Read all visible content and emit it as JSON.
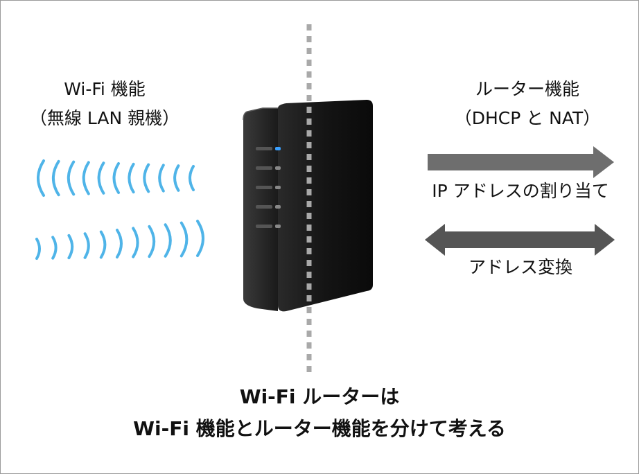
{
  "left": {
    "title": "Wi-Fi 機能",
    "subtitle": "（無線 LAN 親機）"
  },
  "right": {
    "title": "ルーター機能",
    "subtitle": "（DHCP と NAT）",
    "ip_assignment": "IP アドレスの割り当て",
    "address_translation": "アドレス変換"
  },
  "caption": {
    "line1": "Wi-Fi ルーターは",
    "line2": "Wi-Fi 機能とルーター機能を分けて考える"
  },
  "colors": {
    "wave": "#4fb4e8",
    "arrow": "#6e6e6e",
    "arrow_dark": "#555555",
    "router_body": "#141414",
    "divider": "#a9a9a9",
    "led": "#3aa0ff"
  },
  "icons": {
    "router": "wifi-router-icon",
    "waves": "wifi-signal-waves"
  }
}
